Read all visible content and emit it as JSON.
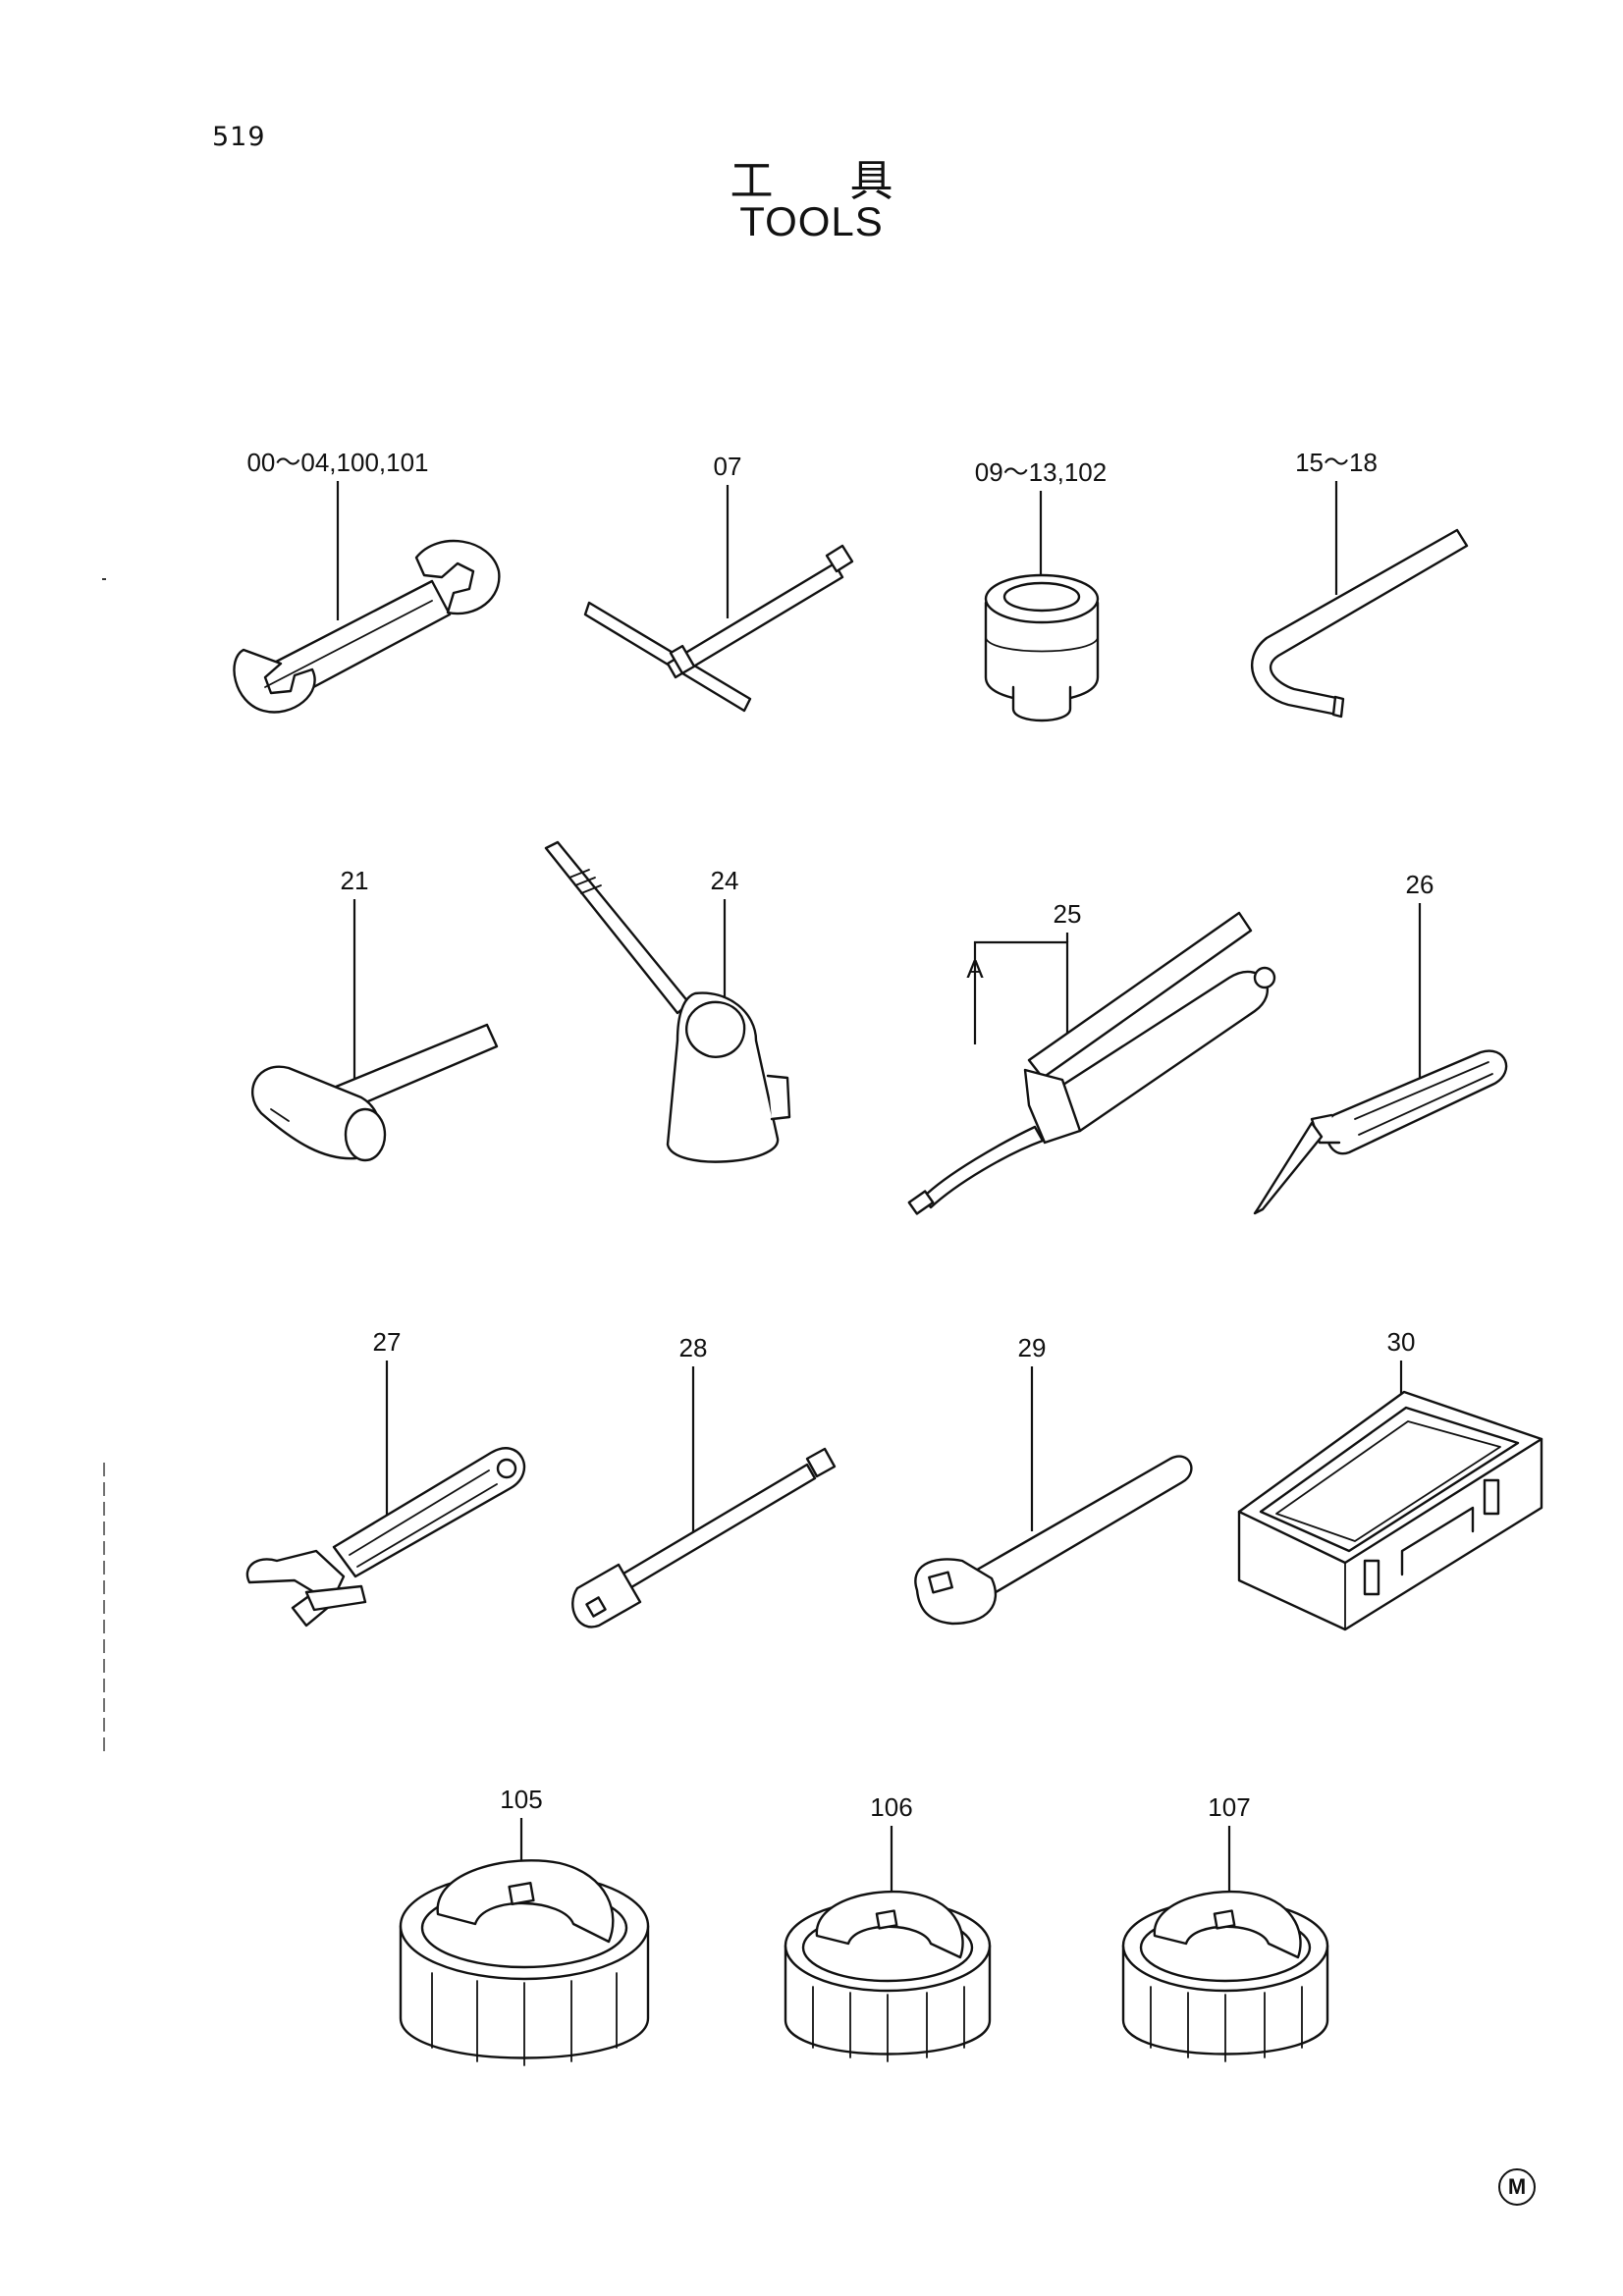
{
  "page_number": "519",
  "title_jp": "工具",
  "title_en": "TOOLS",
  "footer_mark": "M",
  "callouts": {
    "c00": "00～04,100,101",
    "c07": "07",
    "c09": "09～13,102",
    "c15": "15～18",
    "c21": "21",
    "c24": "24",
    "c25": "25",
    "cA": "A",
    "c26": "26",
    "c27": "27",
    "c28": "28",
    "c29": "29",
    "c30": "30",
    "c105": "105",
    "c106": "106",
    "c107": "107"
  },
  "icons": {
    "c00": "open-end-wrench-icon",
    "c07": "t-handle-wrench-icon",
    "c09": "socket-icon",
    "c15": "hex-key-icon",
    "c21": "hammer-icon",
    "c24": "oil-can-icon",
    "c25": "grease-gun-icon",
    "c26": "screwdriver-icon",
    "c27": "adjustable-wrench-icon",
    "c28": "extension-bar-icon",
    "c29": "ratchet-handle-icon",
    "c30": "tool-box-icon",
    "c105": "filter-wrench-icon",
    "c106": "filter-wrench-icon",
    "c107": "filter-wrench-icon"
  }
}
